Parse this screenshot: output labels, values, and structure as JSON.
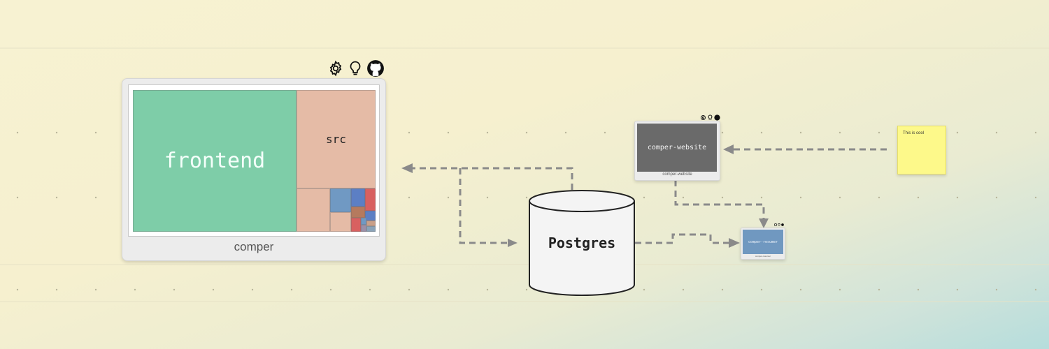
{
  "canvas": {
    "background_colors": [
      "#f7f2d2",
      "#e9ebd2",
      "#b5dddc"
    ]
  },
  "repos": {
    "comper": {
      "name": "comper",
      "folders": {
        "frontend": "frontend",
        "src": "src"
      },
      "icons": [
        "gear-icon",
        "lightbulb-icon",
        "github-icon"
      ],
      "colors": {
        "frontend": "#7ecda8",
        "src": "#e5bba6"
      }
    },
    "comper_website": {
      "title": "comper-website",
      "caption": "comper-website",
      "icons": [
        "gear-icon",
        "lightbulb-icon",
        "github-icon"
      ],
      "color": "#6a6a6a"
    },
    "comper_resumer": {
      "title": "comper-resumer",
      "caption": "comper-resumer",
      "icons": [
        "gear-icon",
        "lightbulb-icon",
        "github-icon"
      ],
      "color": "#7098c0"
    }
  },
  "database": {
    "label": "Postgres"
  },
  "sticky_note": {
    "text": "This is cool",
    "color": "#fdf98a"
  },
  "connector_color": "#8a8a8a"
}
